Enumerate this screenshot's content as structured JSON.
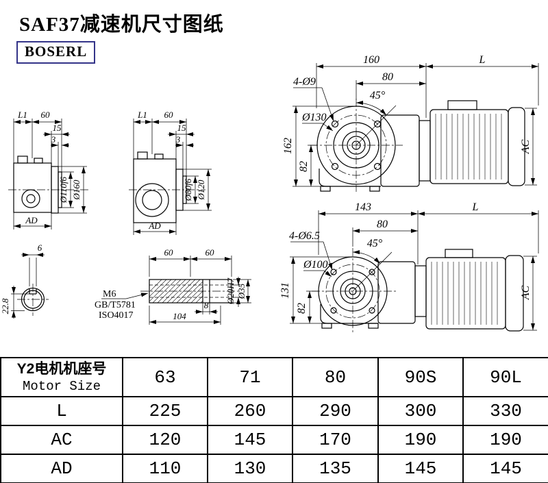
{
  "title": "SAF37减速机尺寸图纸",
  "logo": "BOSERL",
  "drawing": {
    "side1": {
      "L1": "L1",
      "d60": "60",
      "d15": "15",
      "d3": "3",
      "spigot": "Ø110f6",
      "flange": "Ø160",
      "AD": "AD"
    },
    "side2": {
      "L1": "L1",
      "d60": "60",
      "d15": "15",
      "d3": "3",
      "spigot": "Ø80f6",
      "flange": "Ø120",
      "AD": "AD"
    },
    "front1": {
      "width": "160",
      "L": "L",
      "holes": "4-Ø9",
      "half": "80",
      "angle": "45°",
      "bolt_circle": "Ø130",
      "height": "162",
      "base": "82",
      "AC": "AC"
    },
    "front2": {
      "width": "143",
      "L": "L",
      "holes": "4-Ø6.5",
      "half": "80",
      "angle": "45°",
      "bolt_circle": "Ø100",
      "height": "131",
      "base": "82",
      "AC": "AC"
    },
    "shaft_end": {
      "width": "6",
      "depth": "22.8"
    },
    "shaft": {
      "seg1": "60",
      "seg2": "60",
      "thread": "M6",
      "std1": "GB/T5781",
      "std2": "ISO4017",
      "d8": "8",
      "d104": "104",
      "bore": "Ø20H7",
      "od": "Ø35"
    }
  },
  "table": {
    "header_cn": "Y2电机机座号",
    "header_en": "Motor Size",
    "columns": [
      "63",
      "71",
      "80",
      "90S",
      "90L"
    ],
    "rows": [
      {
        "label": "L",
        "values": [
          "225",
          "260",
          "290",
          "300",
          "330"
        ]
      },
      {
        "label": "AC",
        "values": [
          "120",
          "145",
          "170",
          "190",
          "190"
        ]
      },
      {
        "label": "AD",
        "values": [
          "110",
          "130",
          "135",
          "145",
          "145"
        ]
      }
    ]
  }
}
